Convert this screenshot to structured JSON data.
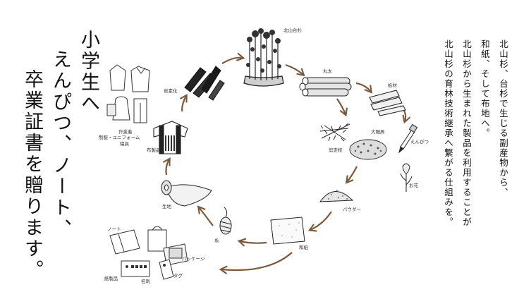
{
  "heading": {
    "line1": "小学生へ",
    "line2": "えんぴつ、ノート、",
    "line3": "卒業証書を贈ります。"
  },
  "description": {
    "line1": "北山杉、台杉で生じる副産物から、",
    "line2": "和紙、そして布地へ。",
    "line3": "北山杉から生まれた製品を利用することが",
    "line4": "北山杉の育林技術継承へ繋がる仕組みを。"
  },
  "cycle": {
    "daisugi": "北山台杉",
    "maruki": "丸太",
    "itazai": "板材",
    "enpitsu": "えんぴつ",
    "ohana": "お花",
    "oganakuzu": "大鋸屑",
    "sentei": "剪定枝",
    "powder": "パウダー",
    "washi": "和紙",
    "ito": "糸",
    "kiji": "生地",
    "nuno": "布製品",
    "tanka": "炭素化",
    "uniform": "制服・ユニフォーム",
    "sagyogi": "作業着",
    "shingu": "寝具",
    "note": "ノート",
    "package": "パッケージ",
    "tag": "タグ",
    "meishi": "名刺",
    "shiseihin": "紙製品"
  },
  "colors": {
    "arrow": "#7b5a3c",
    "ink": "#333333"
  },
  "icons": [
    "tree-icon",
    "log-icon",
    "plank-icon",
    "pencil-icon",
    "flower-icon",
    "sawdust-icon",
    "branch-icon",
    "powder-icon",
    "washi-icon",
    "thread-icon",
    "fabric-icon",
    "happi-icon",
    "charcoal-icon",
    "clothes-icon",
    "paper-products-icon"
  ]
}
